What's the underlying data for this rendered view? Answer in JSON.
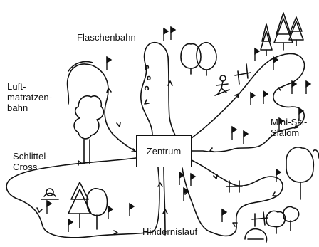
{
  "labels": {
    "flaschenbahn": "Flaschenbahn",
    "luftmatratzenbahn": "Luft-\nmatratzen-\nbahn",
    "schlittel_cross": "Schlittel-\nCross",
    "mini_ski_slalom": "Mini-Ski-\nSlalom",
    "hindernislauf": "Hindernislauf",
    "zentrum": "Zentrum"
  }
}
